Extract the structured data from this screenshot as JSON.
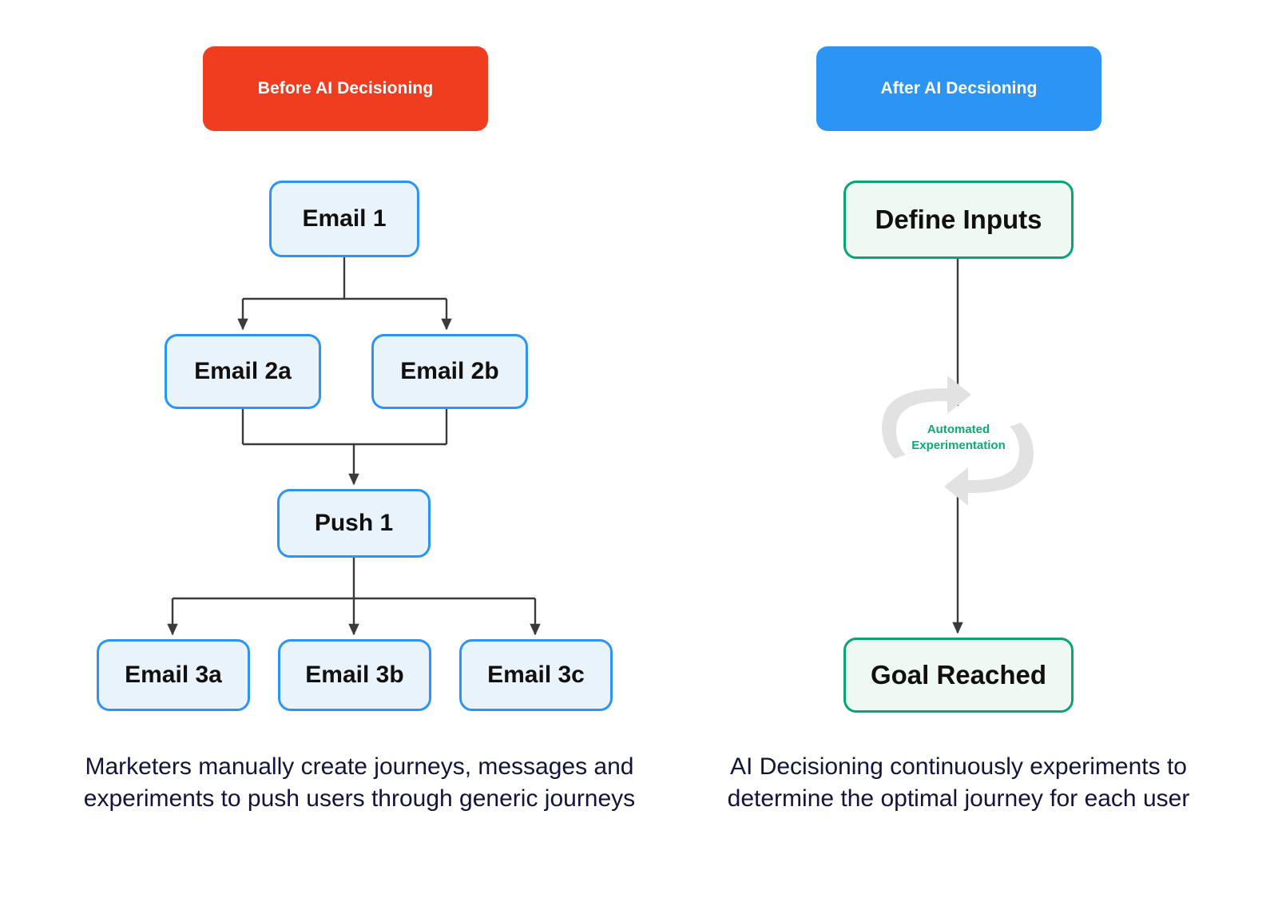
{
  "theme": {
    "red": "#F03D20",
    "blue": "#2C94F4",
    "green": "#08A474",
    "green_text": "#0EAA70",
    "node_blue_fill": "#E9F3FC",
    "node_green_fill": "#EFF9F4",
    "connector": "#3A3A3A",
    "loop_arrow": "#E2E2E2",
    "caption_text": "#13143B",
    "background": "#FFFFFF"
  },
  "columns": {
    "before": {
      "header": "Before AI Decisioning",
      "nodes": {
        "email1": "Email 1",
        "email2a": "Email 2a",
        "email2b": "Email 2b",
        "push1": "Push 1",
        "email3a": "Email 3a",
        "email3b": "Email 3b",
        "email3c": "Email 3c"
      },
      "caption": "Marketers manually create journeys, messages and experiments to push users through generic journeys"
    },
    "after": {
      "header": "After AI Decsioning",
      "nodes": {
        "define": "Define Inputs",
        "goal": "Goal Reached"
      },
      "loop_label_line1": "Automated",
      "loop_label_line2": "Experimentation",
      "caption": "AI Decisioning continuously experiments to determine the optimal journey for each user"
    }
  },
  "diagram_structure": {
    "type": "flowchart",
    "left_edges": [
      {
        "from": "email1",
        "to": "email2a"
      },
      {
        "from": "email1",
        "to": "email2b"
      },
      {
        "from": "email2a",
        "to": "push1"
      },
      {
        "from": "email2b",
        "to": "push1"
      },
      {
        "from": "push1",
        "to": "email3a"
      },
      {
        "from": "push1",
        "to": "email3b"
      },
      {
        "from": "push1",
        "to": "email3c"
      }
    ],
    "right_edges": [
      {
        "from": "define",
        "to": "goal",
        "annotation": "Automated Experimentation loop"
      }
    ]
  }
}
